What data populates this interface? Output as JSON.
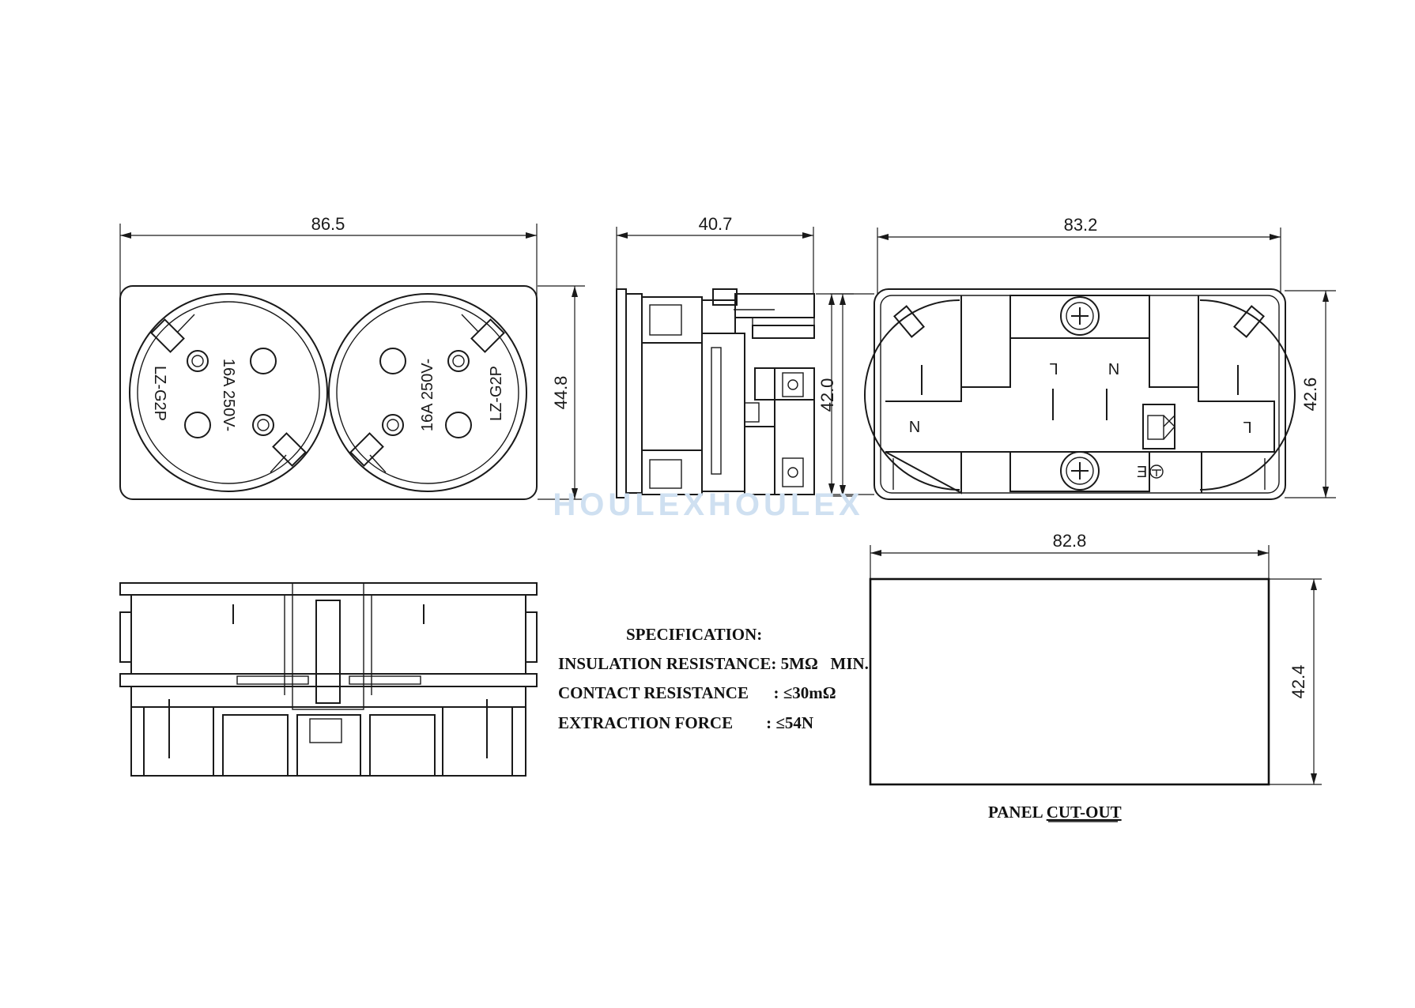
{
  "dimensions": {
    "front_width": "86.5",
    "front_height": "44.8",
    "side_width": "40.7",
    "side_height": "42.0",
    "rear_width": "83.2",
    "rear_height": "42.6",
    "cutout_width": "82.8",
    "cutout_height": "42.4"
  },
  "front_markings": {
    "rating": "16A  250V-",
    "model": "LZ-G2P"
  },
  "rear_terminals": {
    "l": "L",
    "n": "N"
  },
  "specification": {
    "title": "SPECIFICATION:",
    "rows": [
      "INSULATION RESISTANCE: 5MΩ   MIN.",
      "CONTACT RESISTANCE      : ≤30mΩ",
      "EXTRACTION FORCE        : ≤54N"
    ]
  },
  "panel_cutout": {
    "label_prefix": "PANEL ",
    "label_underlined": "CUT-OUT"
  },
  "watermark": "HOULEXHOULEX",
  "colors": {
    "line": "#1a1a1a",
    "watermark": "#cfe0f1"
  }
}
